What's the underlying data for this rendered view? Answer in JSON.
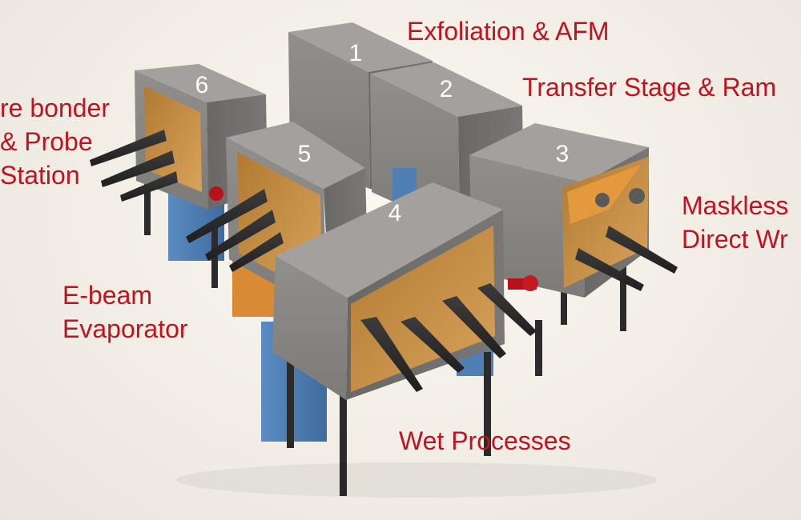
{
  "colors": {
    "label": "#c1121f",
    "box_front": "#8c8a87",
    "box_side": "#6f6d6b",
    "box_top": "#9b9895",
    "interior": "#c89447",
    "blue_cabinet": "#4f7fb3",
    "orange_cabinet": "#d98a34",
    "connector": "#b5121b",
    "glove": "#2e2e2e"
  },
  "stations": [
    {
      "number": "1"
    },
    {
      "number": "2"
    },
    {
      "number": "3"
    },
    {
      "number": "4"
    },
    {
      "number": "5"
    },
    {
      "number": "6"
    }
  ],
  "labels": {
    "exfoliation": "Exfoliation & AFM",
    "transfer": "Transfer Stage & Ram",
    "maskless": [
      "Maskless",
      "Direct Wr"
    ],
    "wire_bonder": [
      "re bonder",
      "& Probe",
      "Station"
    ],
    "ebeam": [
      "E-beam",
      "Evaporator"
    ],
    "wet": "Wet Processes"
  }
}
